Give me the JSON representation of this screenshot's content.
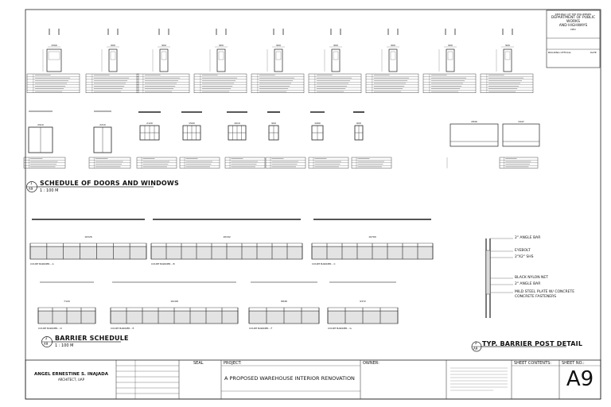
{
  "sections": {
    "doors_windows": {
      "number": "1",
      "sheet_ref": "A9",
      "title": "SCHEDULE OF DOORS AND WINDOWS",
      "scale": "1 : 100 M"
    },
    "barrier_schedule": {
      "number": "2",
      "sheet_ref": "A9",
      "title": "BARRIER SCHEDULE",
      "scale": "1 : 100 M"
    },
    "barrier_post": {
      "number": "2",
      "sheet_ref": "A9",
      "title": "TYP. BARRIER POST DETAIL"
    }
  },
  "door_widths": [
    "1500",
    "900",
    "900",
    "900",
    "900",
    "900",
    "900",
    "900",
    "900"
  ],
  "window_widths": [
    "2910",
    "2210",
    "2120",
    "1500",
    "1610",
    "900",
    "1060",
    "600",
    "2849",
    "3447"
  ],
  "barriers": [
    {
      "label": "COURT BARRIER - A",
      "length": "16326"
    },
    {
      "label": "COURT BARRIER - B",
      "length": "16162"
    },
    {
      "label": "COURT BARRIER - C",
      "length": "16760"
    },
    {
      "label": "COURT BARRIER - D",
      "length": "7120"
    },
    {
      "label": "COURT BARRIER - E",
      "length": "16168"
    },
    {
      "label": "COURT BARRIER - F",
      "length": "8848"
    },
    {
      "label": "COURT BARRIER - G",
      "length": "9372"
    }
  ],
  "post_callouts": [
    "2\" ANGLE BAR",
    "EYEBOLT",
    "2\"X2\" SHS",
    "BLACK NYLON NET",
    "2\" ANGLE BAR",
    "MILD STEEL PLATE W/ CONCRETE",
    "CONCRETE FASTENERS"
  ],
  "agency": {
    "line1": "REPUBLIC OF THE PHILIPPINES",
    "line2": "DEPARTMENT OF PUBLIC WORKS",
    "line3": "AND HIGHWAYS",
    "line4": "DEO",
    "stamp1": "BUILDING OFFICIAL",
    "stamp2": "DATE"
  },
  "title_block": {
    "architect_name": "ANGEL ERNESTINE S. INAJADA",
    "architect_title": "ARCHITECT, UAP",
    "seal": "SEAL",
    "project_label": "PROJECT:",
    "project_name": "A PROPOSED WAREHOUSE INTERIOR RENOVATION",
    "owner_label": "OWNER:",
    "sheet_contents_label": "SHEET CONTENTS:",
    "sheet_no_label": "SHEET NO.:",
    "sheet_no": "A9"
  }
}
